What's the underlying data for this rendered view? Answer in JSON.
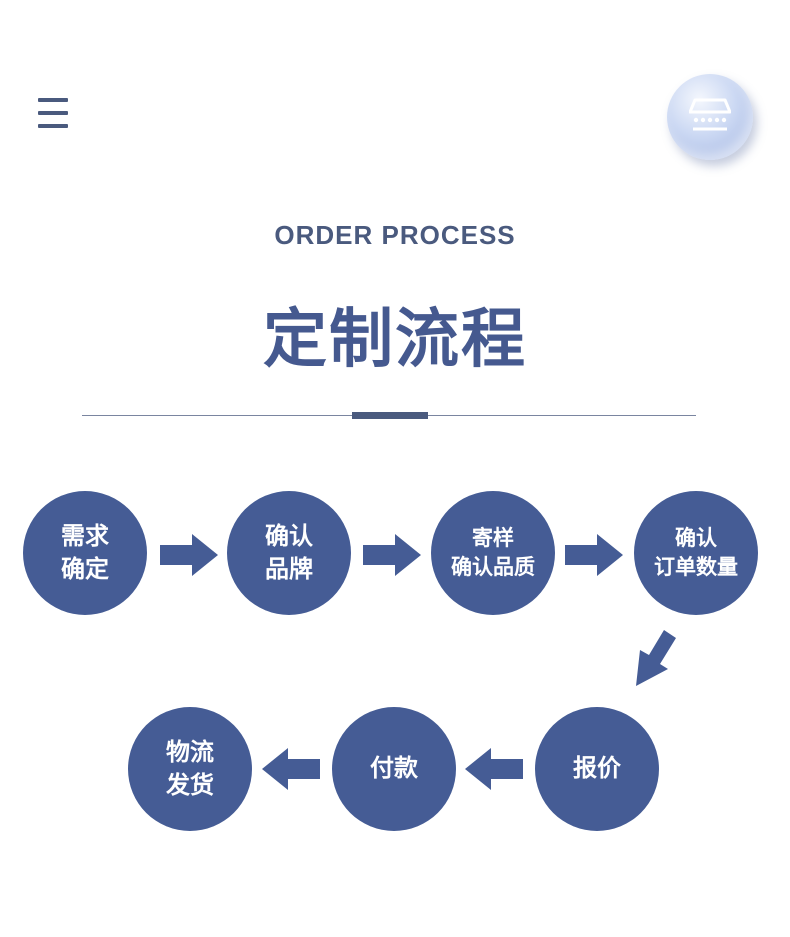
{
  "header": {
    "title_en": "ORDER PROCESS",
    "title_zh": "定制流程"
  },
  "icons": {
    "menu": "menu-icon",
    "store": "store-icon"
  },
  "colors": {
    "primary": "#455c95",
    "text": "#4a5a7e"
  },
  "steps": [
    {
      "label": "需求\n确定"
    },
    {
      "label": "确认\n品牌"
    },
    {
      "label": "寄样\n确认品质"
    },
    {
      "label": "确认\n订单数量"
    },
    {
      "label": "报价"
    },
    {
      "label": "付款"
    },
    {
      "label": "物流\n发货"
    }
  ]
}
